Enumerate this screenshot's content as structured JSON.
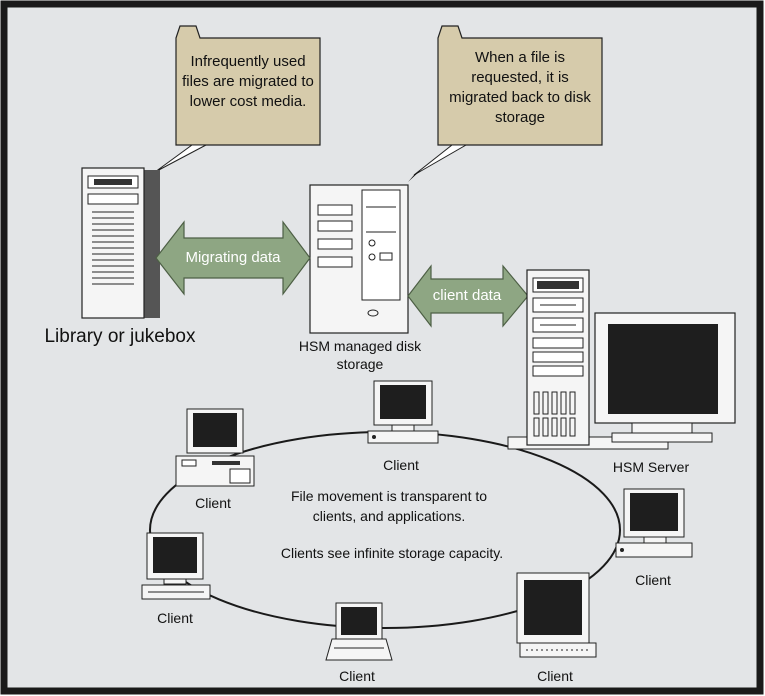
{
  "callouts": [
    {
      "text": "Infrequently used files are migrated to lower cost media."
    },
    {
      "text": "When a file is requested, it is migrated back to disk storage"
    }
  ],
  "arrows": {
    "migrating": "Migrating data",
    "client": "client data"
  },
  "labels": {
    "library": "Library or jukebox",
    "hsm_storage": "HSM managed disk storage",
    "hsm_server": "HSM Server"
  },
  "clients": [
    {
      "label": "Client"
    },
    {
      "label": "Client"
    },
    {
      "label": "Client"
    },
    {
      "label": "Client"
    },
    {
      "label": "Client"
    },
    {
      "label": "Client"
    }
  ],
  "center_notes": {
    "line1": "File  movement is transparent to clients, and applications.",
    "line2": "Clients see infinite storage capacity."
  },
  "colors": {
    "frame_border": "#1a1a1a",
    "background": "#e3e5e7",
    "callout_fill": "#d6cbab",
    "arrow_fill": "#8ea683",
    "arrow_text": "#ffffff",
    "screen": "#1e1e1e",
    "device_body": "#f5f5f5"
  }
}
